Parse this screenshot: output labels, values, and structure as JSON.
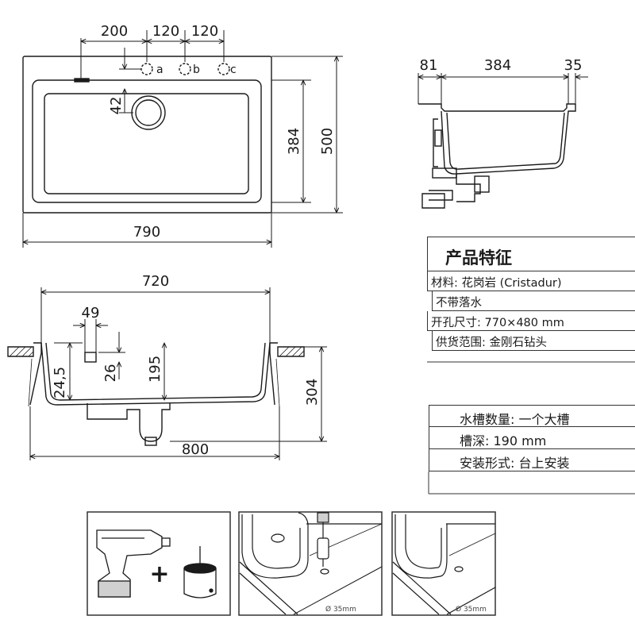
{
  "top_view": {
    "dims": {
      "d200": "200",
      "d120a": "120",
      "d120b": "120",
      "d42": "42",
      "d384": "384",
      "d500": "500",
      "d790": "790"
    },
    "tap_holes": [
      "a",
      "b",
      "c"
    ]
  },
  "side_view": {
    "dims": {
      "d81": "81",
      "d384": "384",
      "d35": "35"
    }
  },
  "section_view": {
    "dims": {
      "d720": "720",
      "d49": "49",
      "d24_5": "24,5",
      "d26": "26",
      "d195": "195",
      "d304": "304",
      "d800": "800"
    }
  },
  "features": {
    "title": "产品特征",
    "rows": [
      "材料: 花岗岩 (Cristadur)",
      "不带落水",
      "开孔尺寸: 770×480 mm",
      "供货范围: 金刚石钻头"
    ]
  },
  "features2": {
    "rows": [
      "水槽数量: 一个大槽",
      "槽深: 190 mm",
      "安装形式: 台上安装"
    ]
  },
  "install": {
    "plus": "+",
    "hole_label_1": "Ø 35mm",
    "hole_label_2": "Ø 35mm"
  }
}
